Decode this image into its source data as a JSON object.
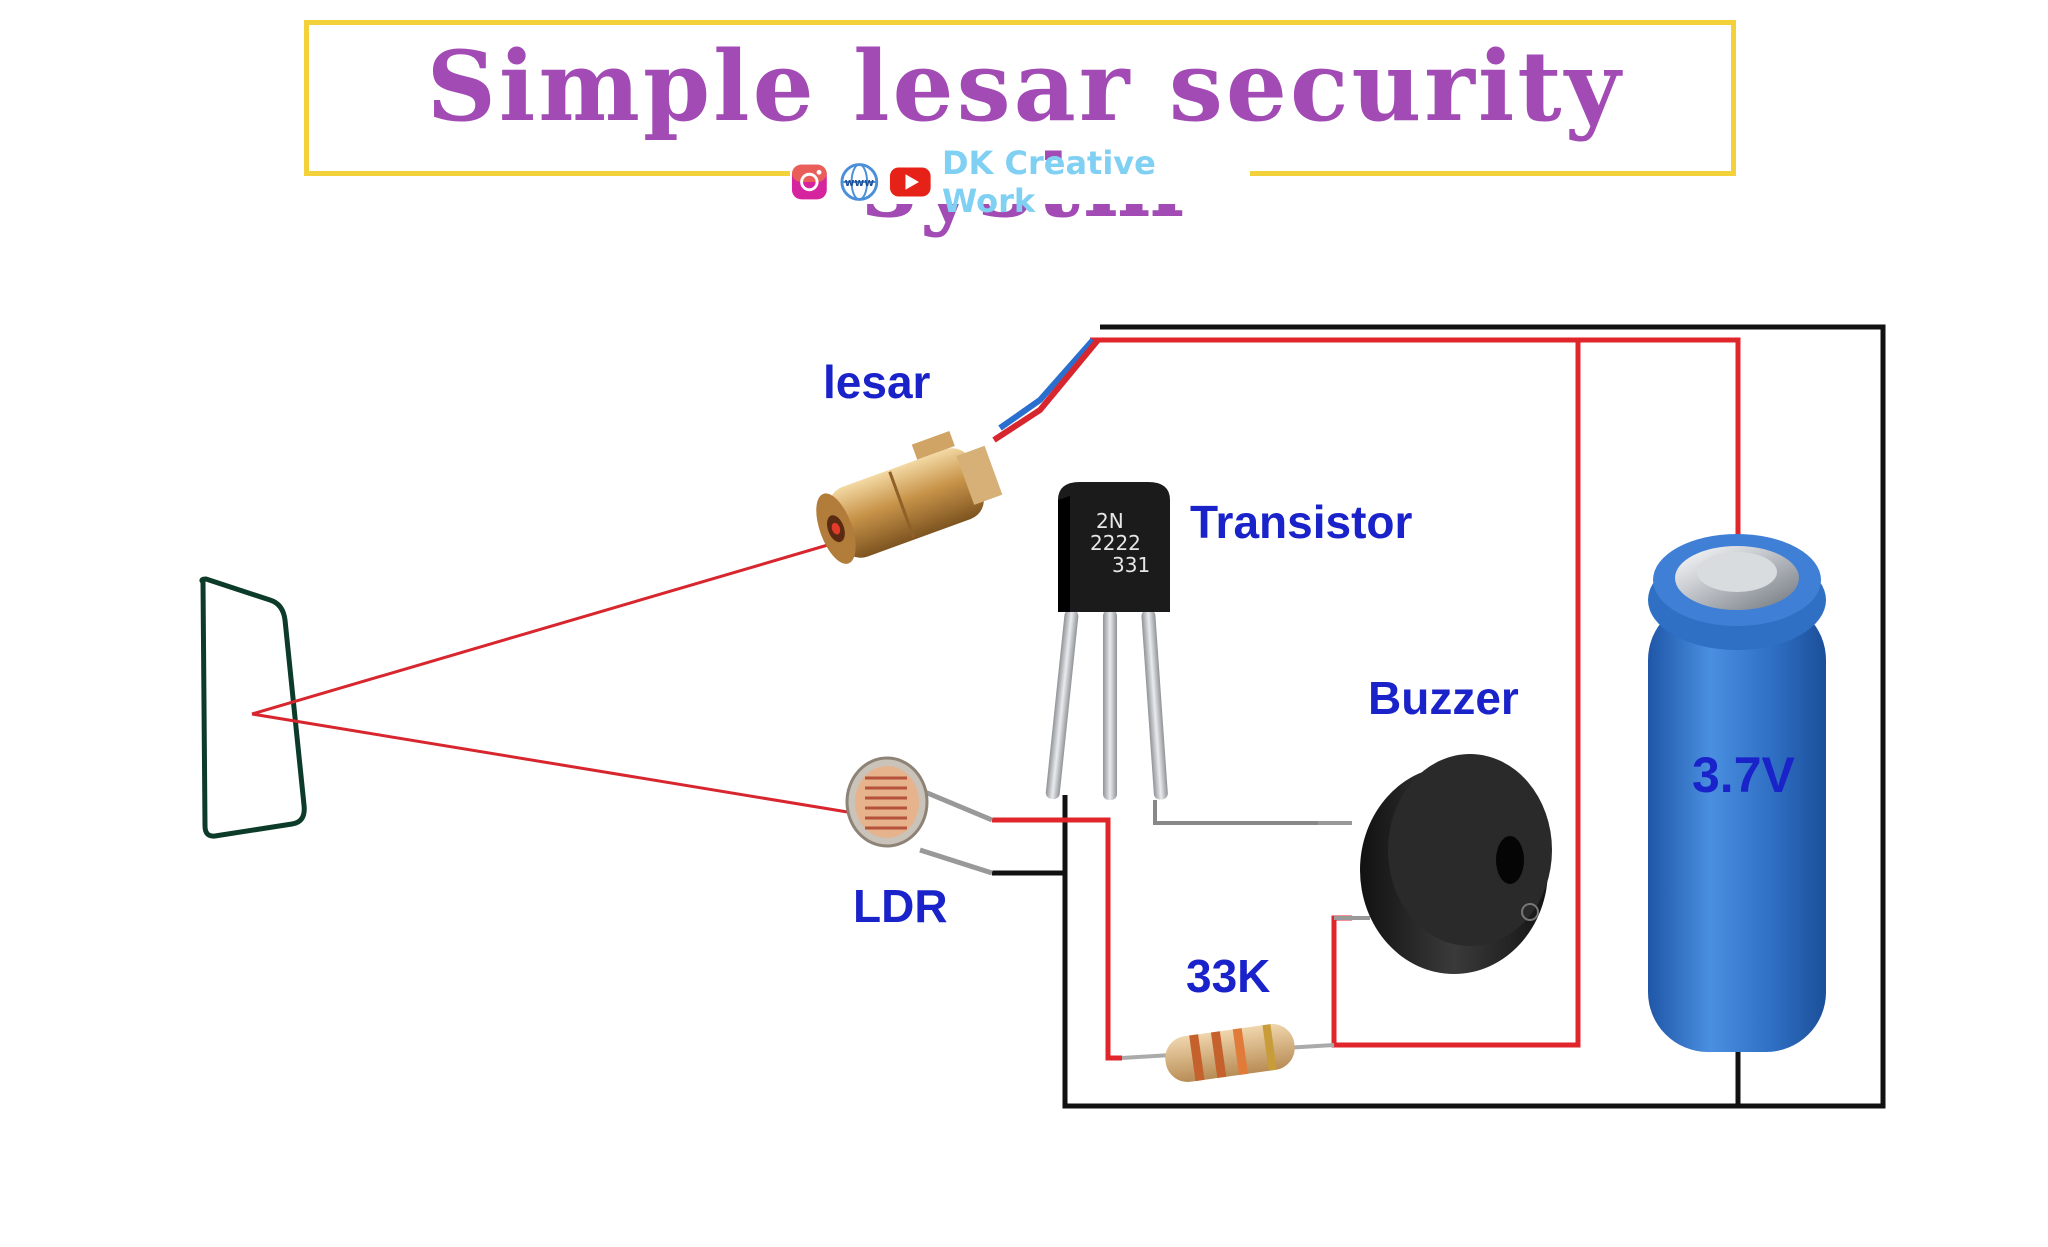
{
  "title": "Simple lesar security systm",
  "brand": {
    "name": "DK Creative Work",
    "icons": [
      "instagram-icon",
      "web-icon",
      "youtube-icon"
    ],
    "web_icon_text": "www"
  },
  "labels": {
    "lesar": "lesar",
    "transistor": "Transistor",
    "buzzer": "Buzzer",
    "ldr": "LDR",
    "resistor": "33K",
    "battery": "3.7V"
  },
  "transistor_marking": [
    "2N",
    "2222",
    "331"
  ],
  "colors": {
    "title": "#a24bb4",
    "title_border": "#f2d13a",
    "label": "#1a23c9",
    "wire_red": "#e0252b",
    "wire_black": "#111111",
    "laser_beam": "#d8262e",
    "battery": "#2f6fc4",
    "brand_text": "#7fd0f2"
  }
}
